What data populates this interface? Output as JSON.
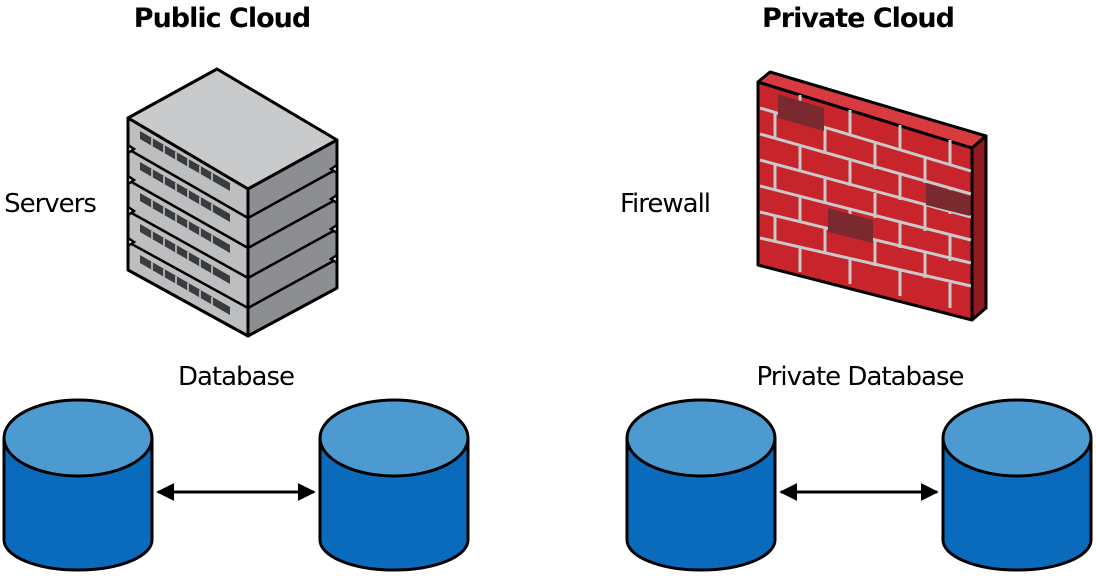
{
  "sections": [
    {
      "title": "Public Cloud",
      "component_label": "Servers",
      "component_icon": "server-stack-icon",
      "database_label": "Database"
    },
    {
      "title": "Private Cloud",
      "component_label": "Firewall",
      "component_icon": "brick-firewall-icon",
      "database_label": "Private Database"
    }
  ],
  "colors": {
    "database_top": "#4d9ad0",
    "database_body": "#0a6bbd",
    "firewall_brick": "#c8242c",
    "firewall_dark_brick": "#7a2a2e",
    "server_gray": "#a7a9ac",
    "arrow": "#000000"
  }
}
